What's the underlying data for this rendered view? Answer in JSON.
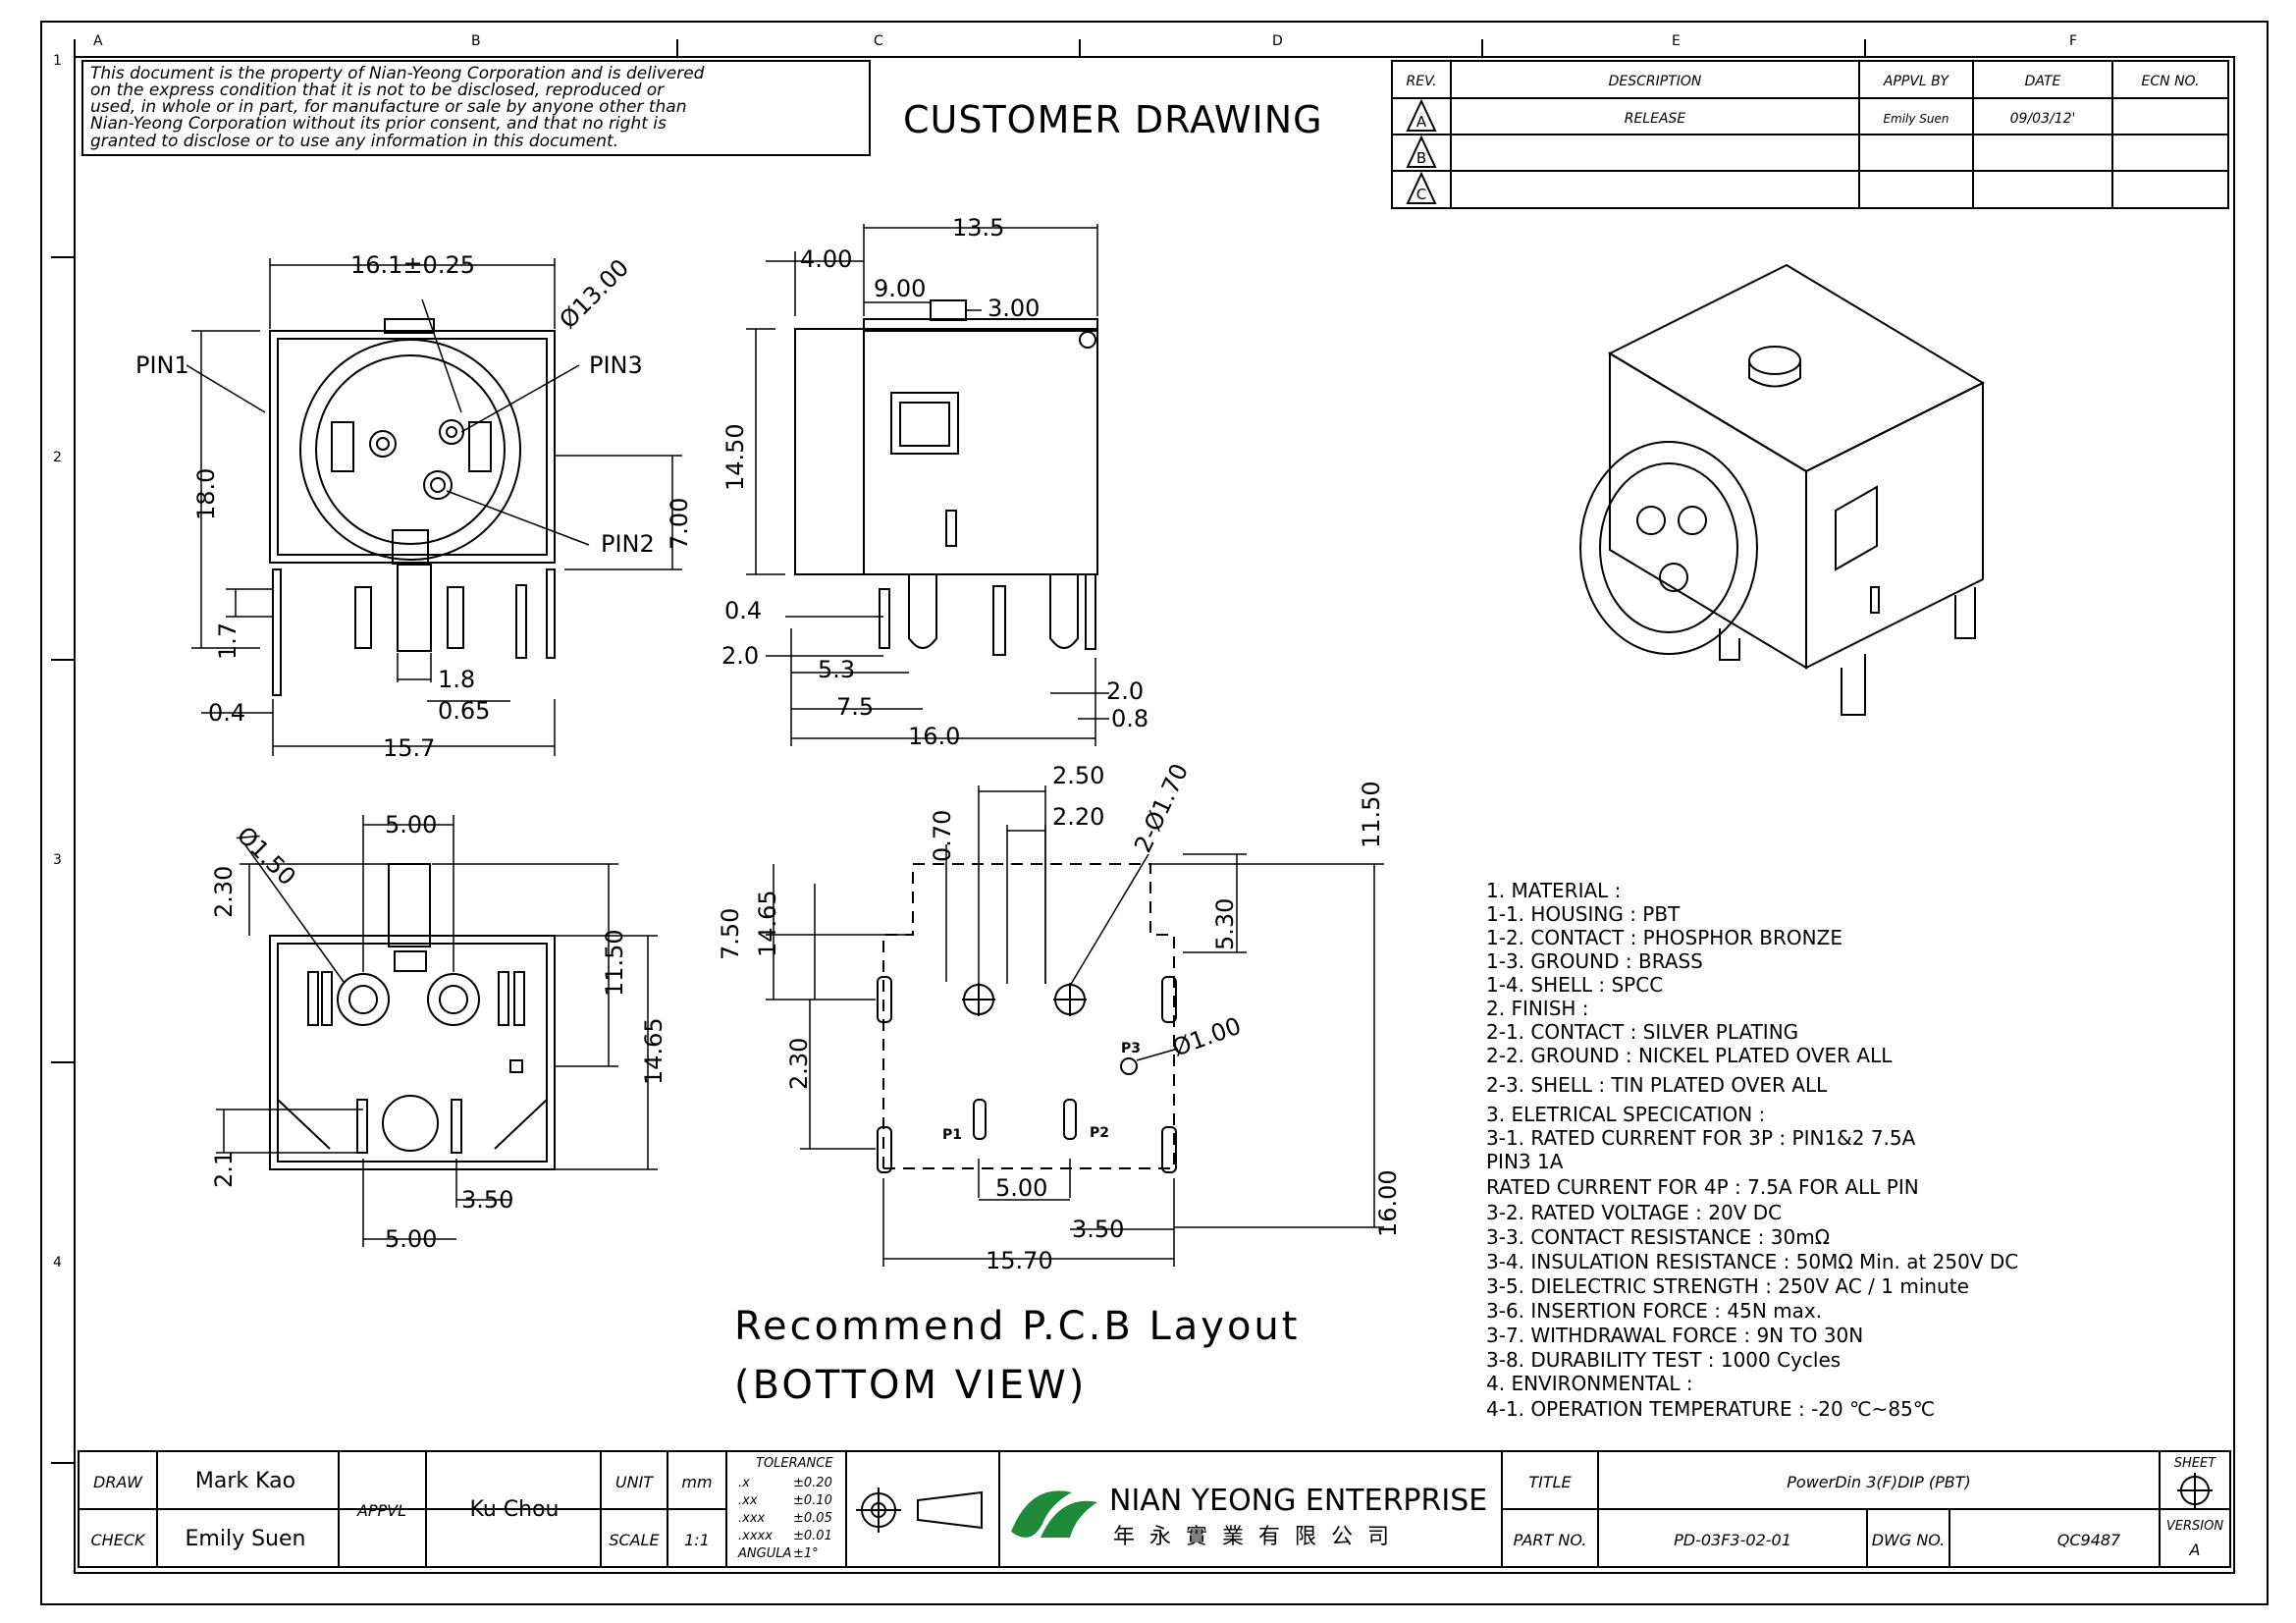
{
  "zones": {
    "cols": [
      "A",
      "B",
      "C",
      "D",
      "E",
      "F"
    ],
    "rows": [
      "1",
      "2",
      "3",
      "4"
    ]
  },
  "disclaimer": {
    "lines": [
      "This document is the property of Nian-Yeong Corporation and is delivered",
      "on   the   express condition that it is not to be disclosed, reproduced or",
      "used, in whole or in part, for manufacture or sale by anyone other than",
      "Nian-Yeong Corporation without   its prior consent, and that   no right   is",
      "granted to disclose or to use any information in this   document."
    ]
  },
  "heading": "CUSTOMER  DRAWING",
  "revision_table": {
    "headers": [
      "REV.",
      "DESCRIPTION",
      "APPVL BY",
      "DATE",
      "ECN NO."
    ],
    "rows": [
      {
        "rev": "A",
        "description": "RELEASE",
        "appvl_by": "Emily Suen",
        "date": "09/03/12'",
        "ecn": ""
      },
      {
        "rev": "B",
        "description": "",
        "appvl_by": "",
        "date": "",
        "ecn": ""
      },
      {
        "rev": "C",
        "description": "",
        "appvl_by": "",
        "date": "",
        "ecn": ""
      }
    ]
  },
  "front_view": {
    "width": "16.1±0.25",
    "circle_dia": "Ø13.00",
    "pin1": "PIN1",
    "pin3": "PIN3",
    "pin2": "PIN2",
    "height": "18.0",
    "pin2_offset": "7.00",
    "leg": "1.7",
    "pin_gap": "1.8",
    "pin_w": "0.65",
    "side_t": "0.4",
    "bottom_w": "15.7"
  },
  "side_view": {
    "top_len": "13.5",
    "front": "4.00",
    "mid": "9.00",
    "boss": "3.00",
    "height": "14.50",
    "pin_t": "0.4",
    "pin_drop": "2.0",
    "p1": "5.3",
    "p2": "7.5",
    "length": "16.0",
    "leg_w": "2.0",
    "leg_t": "0.8"
  },
  "bottom_view": {
    "top_w": "5.00",
    "hole_dia": "Ø1.50",
    "top_off": "2.30",
    "h1": "11.50",
    "h2": "14.65",
    "low_off": "2.1",
    "p_gap": "3.50",
    "bottom_w": "5.00"
  },
  "pcb_layout": {
    "w1": "2.50",
    "w2": "2.20",
    "off": "0.70",
    "holes": "2-Ø1.70",
    "h_tall": "11.50",
    "v1": "7.50",
    "v2": "14.65",
    "v3": "5.30",
    "v4": "2.30",
    "p3": "P3",
    "p3_dia": "Ø1.00",
    "p1": "P1",
    "p2": "P2",
    "mid_gap": "5.00",
    "gap2": "3.50",
    "total_w": "15.70",
    "total_h": "16.00"
  },
  "layout_caption": [
    "Recommend  P.C.B  Layout",
    "(BOTTOM   VIEW)"
  ],
  "specs": [
    "1.  MATERIAL  :",
    "   1-1.  HOUSING  :  PBT",
    "   1-2.  CONTACT  :  PHOSPHOR  BRONZE",
    "   1-3.  GROUND  :  BRASS",
    "   1-4.  SHELL  :  SPCC",
    "2.  FINISH  :",
    "   2-1.  CONTACT  :  SILVER  PLATING",
    "   2-2.  GROUND  :  NICKEL  PLATED  OVER  ALL",
    "   2-3.  SHELL  :  TIN  PLATED  OVER  ALL",
    "3.  ELETRICAL  SPECICATION  :",
    "   3-1.  RATED  CURRENT  FOR  3P  :  PIN1&2  7.5A",
    "                                                   PIN3  1A",
    "          RATED  CURRENT  FOR  4P  :  7.5A  FOR  ALL  PIN",
    "   3-2.  RATED  VOLTAGE  :  20V  DC",
    "   3-3.  CONTACT  RESISTANCE  :  30mΩ",
    "   3-4.  INSULATION  RESISTANCE  :  50MΩ  Min.  at  250V  DC",
    "   3-5.  DIELECTRIC  STRENGTH  :  250V  AC  /  1  minute",
    "   3-6.  INSERTION  FORCE  :  45N  max.",
    "   3-7.  WITHDRAWAL  FORCE  :  9N  TO  30N",
    "   3-8.  DURABILITY  TEST  :  1000  Cycles",
    "4.  ENVIRONMENTAL  :",
    "   4-1.  OPERATION  TEMPERATURE  :  -20  ℃~85℃"
  ],
  "title_block": {
    "draw_label": "DRAW",
    "draw_name": "Mark Kao",
    "check_label": "CHECK",
    "check_name": "Emily Suen",
    "appvl_label": "APPVL",
    "appvl_name": "Ku Chou",
    "unit_label": "UNIT",
    "unit_value": "mm",
    "scale_label": "SCALE",
    "scale_value": "1:1",
    "tolerance_title": "TOLERANCE",
    "tolerance_rows": [
      [
        ".x",
        "±0.20"
      ],
      [
        ".xx",
        "±0.10"
      ],
      [
        ".xxx",
        "±0.05"
      ],
      [
        ".xxxx",
        "±0.01"
      ],
      [
        "ANGULA",
        "±1°"
      ]
    ],
    "company_en": "NIAN YEONG ENTERPRISE",
    "company_zh": "年 永 實 業 有 限 公 司",
    "title_label": "TITLE",
    "title_value": "PowerDin 3(F)DIP (PBT)",
    "part_label": "PART NO.",
    "part_value": "PD-03F3-02-01",
    "dwg_label": "DWG NO.",
    "dwg_value": "QC9487",
    "sheet_label": "SHEET",
    "version_label": "VERSION",
    "version_value": "A"
  },
  "colors": {
    "ink": "#000000",
    "paper": "#ffffff",
    "logo_green": "#1f8a3a"
  }
}
